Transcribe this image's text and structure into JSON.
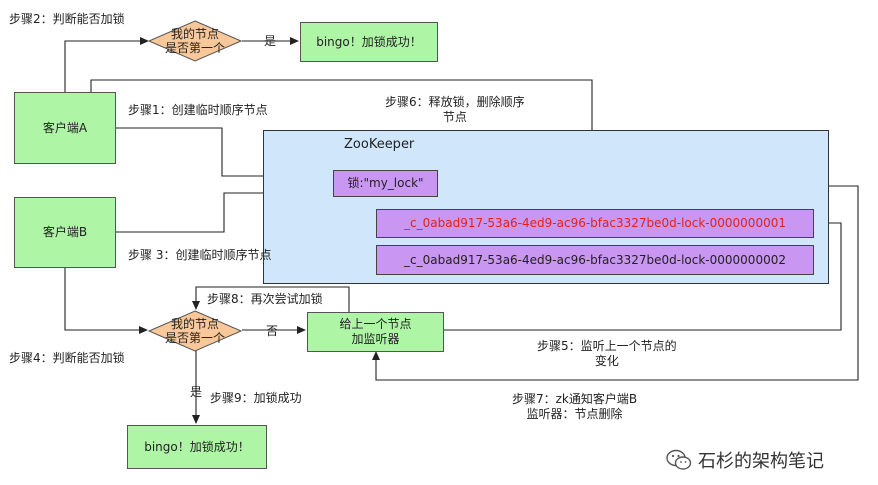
{
  "nodes": {
    "client_a": "客户端A",
    "client_b": "客户端B",
    "decision_top": [
      "我的节点",
      "是否第一个"
    ],
    "decision_bottom": [
      "我的节点",
      "是否第一个"
    ],
    "bingo_top": "bingo！加锁成功！",
    "bingo_bottom": "bingo！加锁成功！",
    "zookeeper_title": "ZooKeeper",
    "lock_node": "锁:\"my_lock\"",
    "seq_node_1": "_c_0abad917-53a6-4ed9-ac96-bfac3327be0d-lock-0000000001",
    "seq_node_2": "_c_0abad917-53a6-4ed9-ac96-bfac3327be0d-lock-0000000002",
    "watcher_box": [
      "给上一个节点",
      "加监听器"
    ]
  },
  "labels": {
    "step1": "步骤1：创建临时顺序节点",
    "step2": "步骤2：判断能否加锁",
    "step3": "步骤 3：创建临时顺序节点",
    "step4": "步骤4：判断能否加锁",
    "step5": [
      "步骤5：监听上一个节点的",
      "变化"
    ],
    "step6": [
      "步骤6：释放锁，删除顺序",
      "节点"
    ],
    "step7": [
      "步骤7：zk通知客户端B",
      "监听器：节点删除"
    ],
    "step8": "步骤8：再次尝试加锁",
    "step9": "步骤9：加锁成功",
    "yes_top": "是",
    "yes_bottom": "是",
    "no": "否"
  },
  "watermark": "石杉的架构笔记",
  "icons": [
    "wechat-icon"
  ],
  "colors": {
    "green": "#aef5a6",
    "purple": "#c996f2",
    "zookeeper_bg": "#cfe6fb",
    "decision": "#f9c89a",
    "highlight_text": "#e0231b"
  }
}
